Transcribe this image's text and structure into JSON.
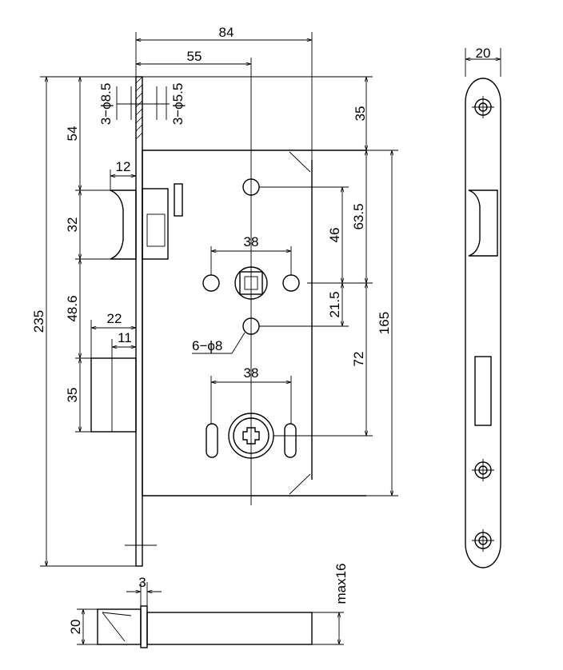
{
  "dimensions": {
    "total_width": "84",
    "backset": "55",
    "top_offset": "35",
    "follower_to_cylinder": "46",
    "case_to_follower": "63.5",
    "follower_to_hole": "21.5",
    "hole_to_cylinder": "72",
    "case_height": "165",
    "faceplate_length": "235",
    "faceplate_width": "20",
    "top_to_latch": "54",
    "latch_height": "32",
    "latch_to_bolt": "48.6",
    "bolt_height": "35",
    "latch_projection": "12",
    "bolt_projection": "22",
    "bolt_inner": "11",
    "follower_hole_spacing": "38",
    "cylinder_hole_spacing": "38",
    "mount_hole_large": "3−ϕ8.5",
    "mount_hole_small": "3−ϕ5.5",
    "case_holes": "6−ϕ8",
    "faceplate_thickness": "3",
    "bottom_view_height": "20",
    "max_depth": "max16"
  }
}
